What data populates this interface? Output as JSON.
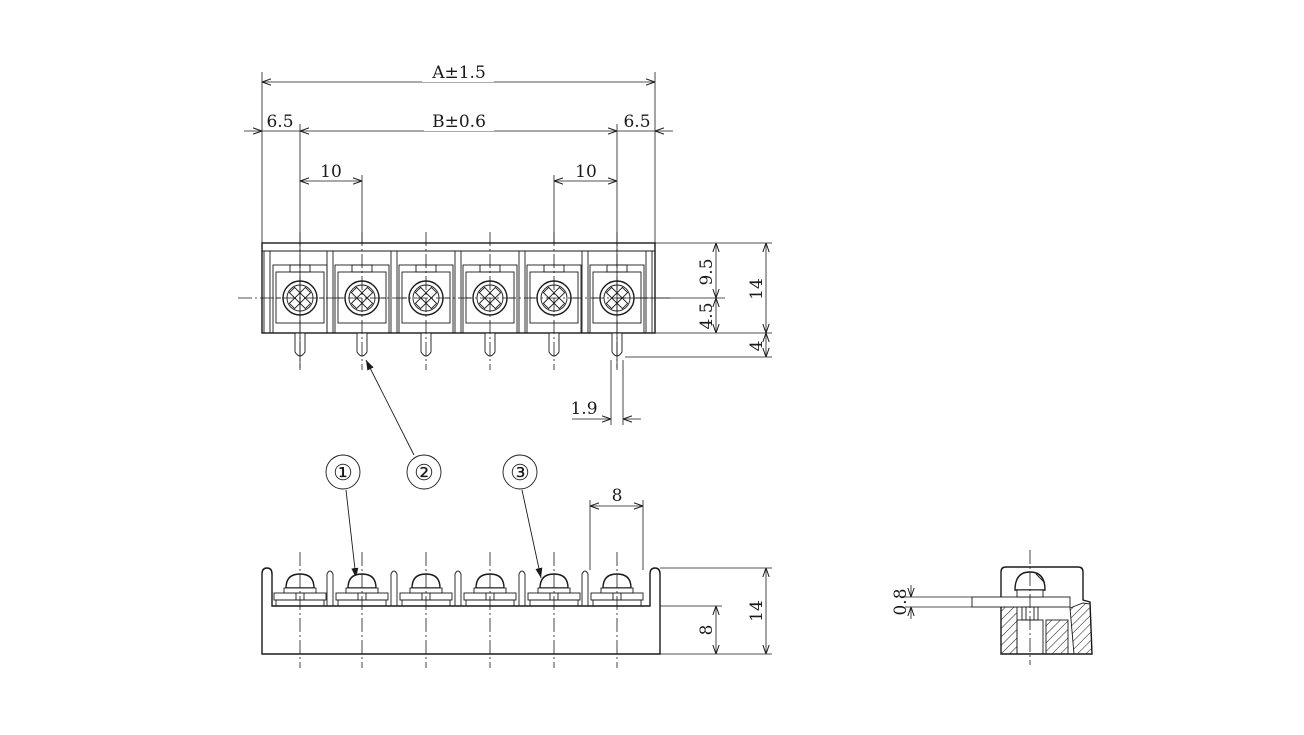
{
  "dimensions": {
    "overall_length": "A±1.5",
    "pitch_span": "B±0.6",
    "end_offset_left": "6.5",
    "end_offset_right": "6.5",
    "pitch_left": "10",
    "pitch_right": "10",
    "top_to_screw": "9.5",
    "screw_to_bottom": "4.5",
    "block_depth": "14",
    "pin_length": "4",
    "pin_width": "1.9",
    "barrier_spacing": "8",
    "side_height": "14",
    "side_base_height": "8",
    "plate_thickness": "0.8"
  },
  "callouts": [
    {
      "label": "①"
    },
    {
      "label": "②"
    },
    {
      "label": "③"
    }
  ]
}
